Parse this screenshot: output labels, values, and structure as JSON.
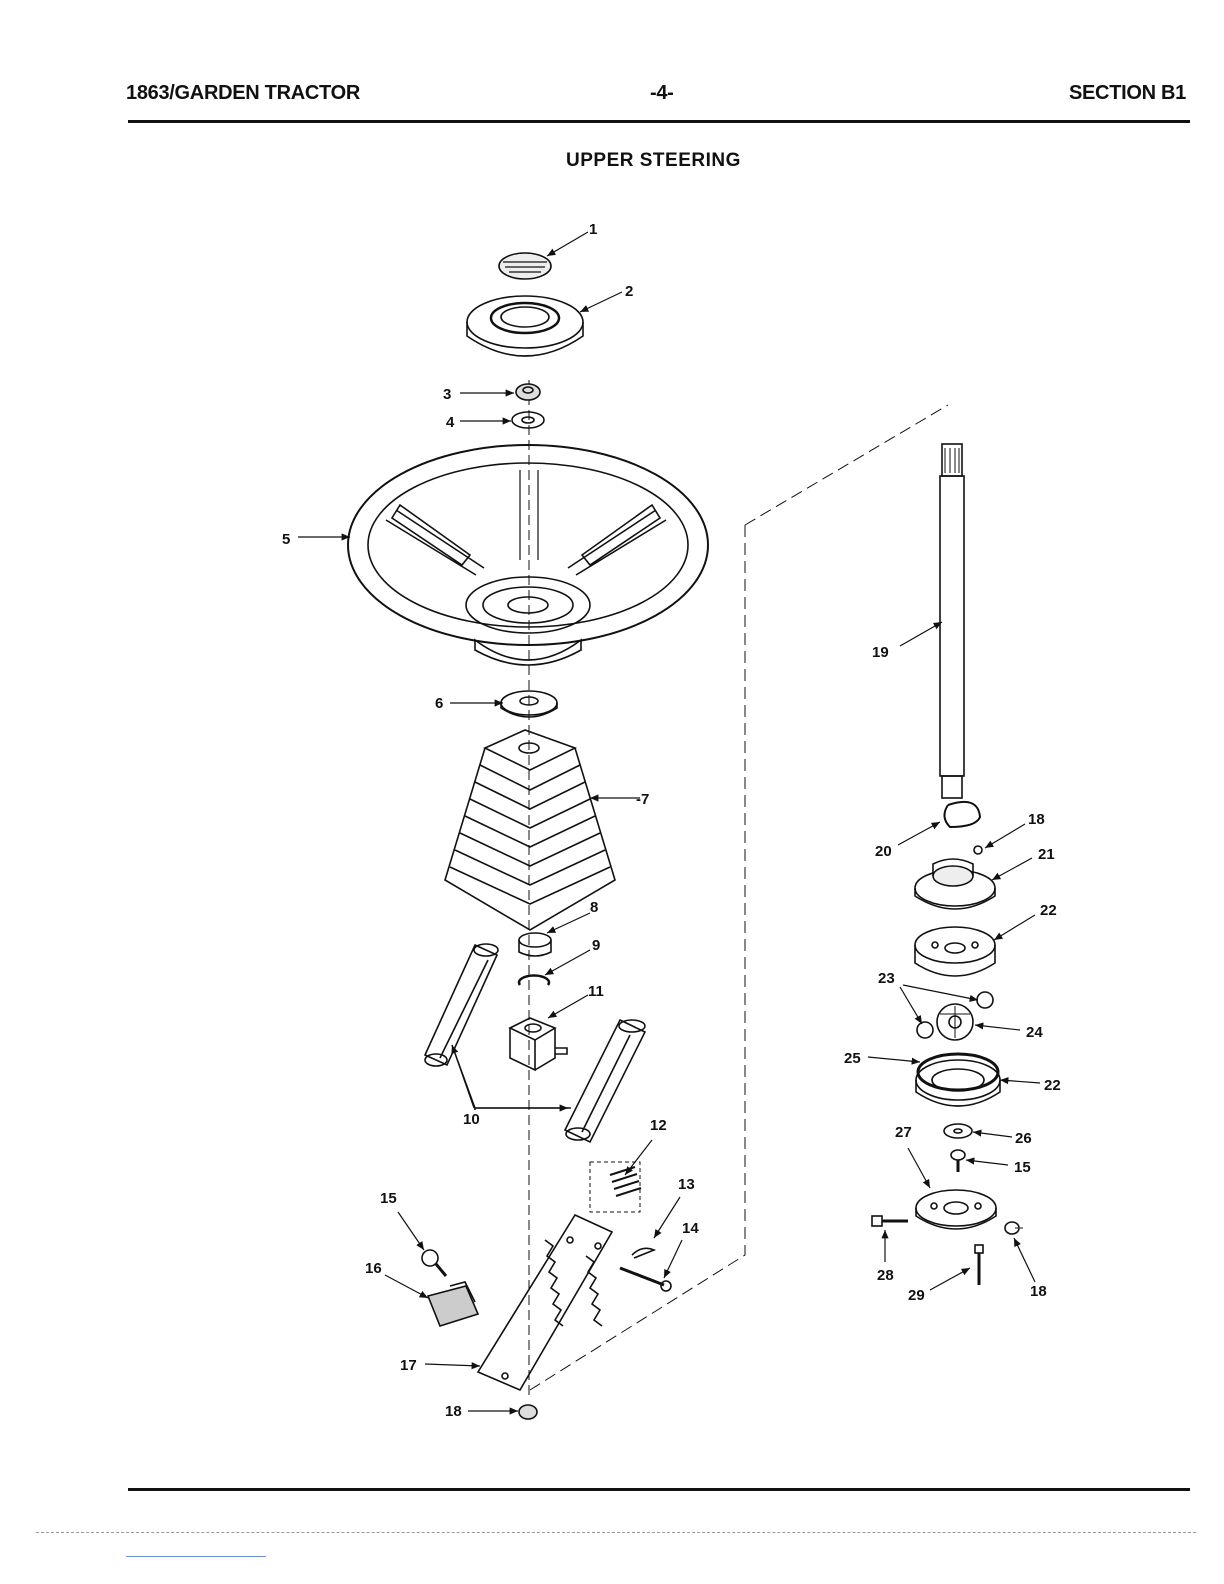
{
  "header": {
    "left": "1863/GARDEN TRACTOR",
    "center": "-4-",
    "right": "SECTION B1"
  },
  "title": "UPPER STEERING",
  "callouts": {
    "c1": "1",
    "c2": "2",
    "c3": "3",
    "c4": "4",
    "c5": "5",
    "c6": "6",
    "c7": "-7",
    "c8": "8",
    "c9": "9",
    "c10": "10",
    "c11": "11",
    "c12": "12",
    "c13": "13",
    "c14": "14",
    "c15a": "15",
    "c16": "16",
    "c17": "17",
    "c18a": "18",
    "c19": "19",
    "c20": "20",
    "c18b": "18",
    "c21": "21",
    "c22a": "22",
    "c23": "23",
    "c24": "24",
    "c25": "25",
    "c22b": "22",
    "c27": "27",
    "c26": "26",
    "c15b": "15",
    "c28": "28",
    "c29": "29",
    "c18c": "18"
  },
  "colors": {
    "ink": "#111111",
    "paper": "#ffffff",
    "footer_line": "#6a8fd8"
  }
}
